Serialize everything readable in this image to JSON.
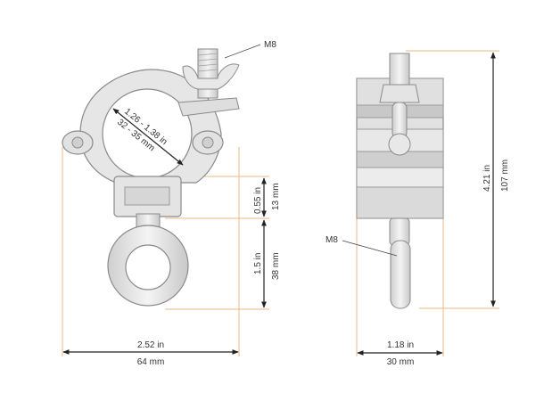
{
  "front_view": {
    "thread_callout": "M8",
    "bore_in": "1.26 - 1.38 in",
    "bore_mm": "32 - 35 mm",
    "upper_height_in": "0.55 in",
    "upper_height_mm": "13 mm",
    "eye_height_in": "1.5 in",
    "eye_height_mm": "38 mm",
    "width_in": "2.52 in",
    "width_mm": "64 mm"
  },
  "side_view": {
    "thread_callout": "M8",
    "total_height_in": "4.21 in",
    "total_height_mm": "107 mm",
    "width_in": "1.18 in",
    "width_mm": "30 mm"
  },
  "colors": {
    "dimension_line": "#222222",
    "extension_line": "#e8b98a",
    "part_fill": "#e6e6e6",
    "part_stroke": "#8a8a8a"
  }
}
